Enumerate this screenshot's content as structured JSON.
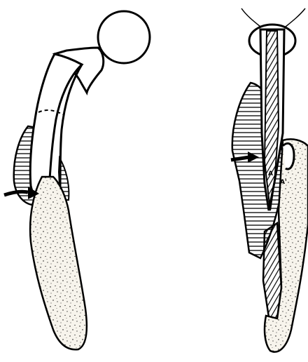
{
  "figure": {
    "left_panel": {
      "components": [
        "femoral-head",
        "femoral-neck",
        "femoral-stem",
        "cement-mantle",
        "bone-cortex",
        "arrow"
      ]
    },
    "right_panel": {
      "components": [
        "rasp-handle",
        "collar-ring",
        "hatched-stem",
        "cement-mantle",
        "bone-cortex",
        "arrow",
        "contact-point"
      ],
      "labels": [
        "A",
        "A'"
      ]
    },
    "colors": {
      "ink": "#000000",
      "paper": "#ffffff"
    }
  }
}
